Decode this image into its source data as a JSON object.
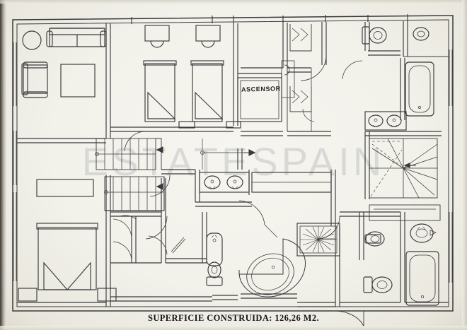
{
  "document": {
    "type": "architectural-floor-plan",
    "caption": "SUPERFICIE CONSTRUIDA: 126,26 M2.",
    "watermark": "ESTATESPAIN",
    "paper_color": "#f2f1ea",
    "ink_color": "#3a3a3c"
  },
  "labels": {
    "elevator": "ASCENSOR"
  },
  "rooms": [
    {
      "id": "living-room",
      "name": "Living room",
      "furniture": [
        "sofa",
        "armchair",
        "round-side-table",
        "coffee-table"
      ]
    },
    {
      "id": "bedroom-twin",
      "name": "Twin bedroom",
      "furniture": [
        "single-bed",
        "single-bed",
        "nightstand",
        "nightstand"
      ]
    },
    {
      "id": "bedroom-master",
      "name": "Master bedroom",
      "furniture": [
        "double-bed",
        "nightstand",
        "nightstand",
        "dresser"
      ]
    },
    {
      "id": "bathroom-top-right",
      "name": "Bathroom",
      "furniture": [
        "toilet",
        "bidet",
        "bathtub",
        "double-sink"
      ]
    },
    {
      "id": "bathroom-center",
      "name": "Main bathroom",
      "furniture": [
        "corner-jacuzzi-tub",
        "shower",
        "toilet",
        "bathtub",
        "double-sink"
      ]
    },
    {
      "id": "bathroom-bottom-right",
      "name": "Bathroom",
      "furniture": [
        "toilet",
        "bidet",
        "sink",
        "bathtub"
      ]
    },
    {
      "id": "stairwell-left",
      "name": "Stairs",
      "furniture": [
        "straight-stair-flight",
        "straight-stair-flight"
      ]
    },
    {
      "id": "stairwell-right",
      "name": "Stairs",
      "furniture": [
        "winder-stair"
      ]
    },
    {
      "id": "elevator-shaft",
      "name": "Elevator",
      "furniture": []
    }
  ],
  "fixtures": {
    "toilet_count": 4,
    "bidet_count": 3,
    "bathtub_count": 3,
    "sink_count": 6,
    "shower_count": 1,
    "bed_count": 3
  }
}
